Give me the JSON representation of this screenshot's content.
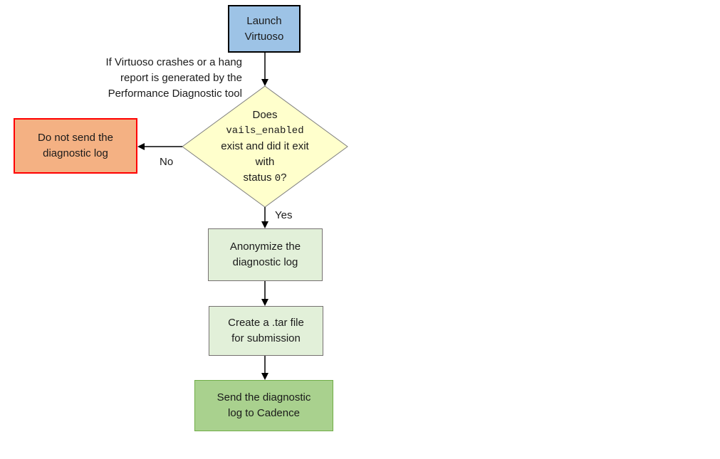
{
  "colors": {
    "launch_fill": "#9dc3e6",
    "decision_fill": "#ffffcc",
    "no_send_fill": "#f4b183",
    "no_send_border": "#ff0000",
    "process_fill": "#e2f0d9",
    "send_fill": "#a9d18e",
    "arrow": "#000000"
  },
  "nodes": {
    "launch": {
      "lines": [
        "Launch",
        "Virtuoso"
      ]
    },
    "condition_note": {
      "lines": [
        "If Virtuoso crashes or a hang",
        "report is generated by the",
        "Performance Diagnostic tool"
      ]
    },
    "decision": {
      "line1": "Does",
      "line2_code": "vails_enabled",
      "line3": "exist and did it exit",
      "line4": "with",
      "line5_prefix": "status ",
      "line5_code": "0",
      "line5_suffix": "?"
    },
    "no_send": {
      "lines": [
        "Do not send the",
        "diagnostic log"
      ]
    },
    "anonymize": {
      "lines": [
        "Anonymize the",
        "diagnostic log"
      ]
    },
    "tar": {
      "lines": [
        "Create a .tar file",
        "for submission"
      ]
    },
    "send": {
      "lines": [
        "Send the diagnostic",
        "log to Cadence"
      ]
    }
  },
  "edges": {
    "no_label": "No",
    "yes_label": "Yes"
  }
}
